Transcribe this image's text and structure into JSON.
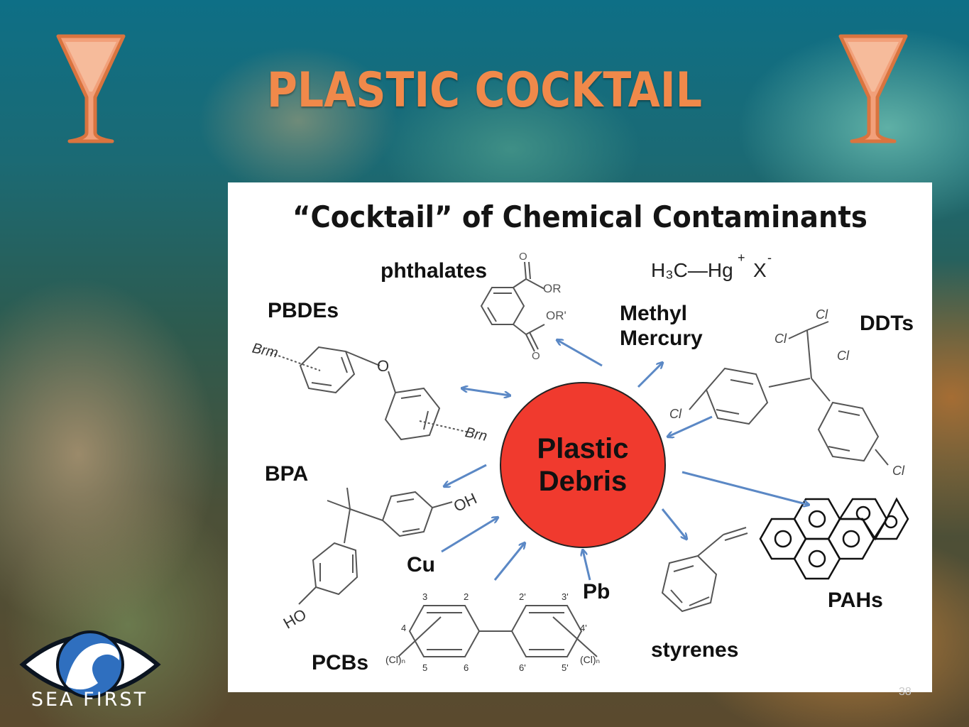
{
  "slide": {
    "title": "PLASTIC COCKTAIL",
    "number": "38",
    "colors": {
      "title": "#f0894a",
      "circle": "#f03a2e",
      "arrow": "#5b88c5"
    }
  },
  "panel": {
    "title": "“Cocktail” of Chemical Contaminants",
    "center_label": "Plastic\nDebris",
    "labels": {
      "phthalates": "phthalates",
      "pbdes": "PBDEs",
      "methyl_mercury": "Methyl\nMercury",
      "ddts": "DDTs",
      "bpa": "BPA",
      "cu": "Cu",
      "pb": "Pb",
      "pcbs": "PCBs",
      "styrenes": "styrenes",
      "pahs": "PAHs"
    },
    "structure_text": {
      "or": "OR",
      "or_prime": "OR'",
      "o": "O",
      "h3c_hg": "H₃C—Hg",
      "plus": "+",
      "x": "X",
      "minus": "-",
      "cl": "Cl",
      "br_m": "Brm",
      "br_n": "Brn",
      "oh": "OH",
      "ho": "HO",
      "cl_n": "(Cl)ₙ",
      "pcb_positions": [
        "3",
        "2",
        "2'",
        "3'",
        "4",
        "4'",
        "5",
        "6",
        "6'",
        "5'"
      ]
    }
  },
  "logo": {
    "text": "SEA FIRST",
    "icon": "eye-wave-icon"
  }
}
